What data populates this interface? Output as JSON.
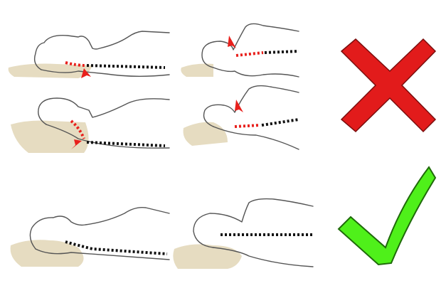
{
  "colors": {
    "pillow": "#e6dcc1",
    "outline": "#555555",
    "spine_ok": "#111111",
    "spine_bad": "#e8201c",
    "wrong_mark": "#e21b1b",
    "right_mark": "#4ff01a"
  },
  "icons": {
    "wrong": "red-x-icon",
    "right": "green-check-icon"
  },
  "rows": [
    {
      "verdict": "wrong",
      "figures": [
        "back-high-pillow",
        "side-low-pillow"
      ]
    },
    {
      "verdict": "wrong",
      "figures": [
        "back-thick-pillow",
        "side-thin-pillow"
      ]
    },
    {
      "verdict": "right",
      "figures": [
        "back-contour-pillow",
        "side-correct-pillow"
      ]
    }
  ]
}
